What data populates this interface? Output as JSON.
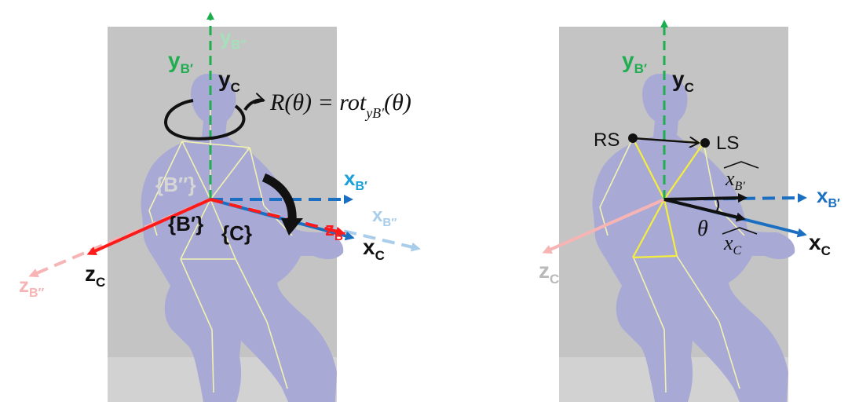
{
  "colors": {
    "panel_bg": "#c4c4c4",
    "silhouette": "#a9a9d6",
    "skeleton": "#f2f2b0",
    "skeleton_highlight": "#f5ee3c",
    "y_axis": "#1fae4f",
    "x_axis": "#1b6fc2",
    "z_axis": "#ff1a1a",
    "faded_red": "#f7b4b4",
    "faded_blue": "#a9cdea",
    "faded_green": "#a6e0bb",
    "faded_gray": "#b9b9b9",
    "ink": "#111111"
  },
  "left_panel": {
    "y_b_double_prime": {
      "base": "y",
      "sub": "B′′"
    },
    "y_b_prime": {
      "base": "y",
      "sub": "B′"
    },
    "y_c": {
      "base": "y",
      "sub": "C"
    },
    "rotation": "R(θ) = rot",
    "rotation_sub": "yB′",
    "rotation_end": "(θ)",
    "frame_b_double_prime": "{B′′}",
    "frame_b_prime": "{B′}",
    "frame_c": "{C}",
    "x_b_prime": {
      "base": "x",
      "sub": "B′"
    },
    "x_b_double_prime": {
      "base": "x",
      "sub": "B′′"
    },
    "z_b_prime": {
      "base": "z",
      "sub": "B′"
    },
    "x_c": {
      "base": "x",
      "sub": "C"
    },
    "z_c": {
      "base": "z",
      "sub": "C"
    },
    "z_b_double_prime": {
      "base": "z",
      "sub": "B′′"
    }
  },
  "right_panel": {
    "y_b_prime": {
      "base": "y",
      "sub": "B′"
    },
    "y_c": {
      "base": "y",
      "sub": "C"
    },
    "rs": "RS",
    "ls": "LS",
    "xhat_b_prime": {
      "base": "x",
      "sub": "B′"
    },
    "x_b_prime": {
      "base": "x",
      "sub": "B′"
    },
    "theta": "θ",
    "xhat_c": {
      "base": "x",
      "sub": "C"
    },
    "x_c": {
      "base": "x",
      "sub": "C"
    },
    "z_c": {
      "base": "z",
      "sub": "C"
    }
  }
}
